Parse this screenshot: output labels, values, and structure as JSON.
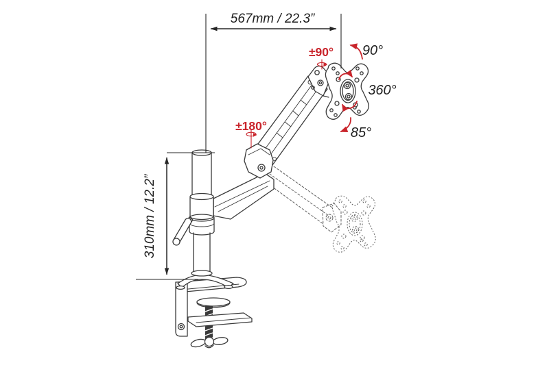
{
  "title": "Monitor arm dimensions diagram",
  "colors": {
    "background": "#ffffff",
    "line": "#3a3a3a",
    "accent_red": "#c9242b"
  },
  "dimensions": {
    "width_label": "567mm / 22.3”",
    "height_label": "310mm / 12.2”"
  },
  "angles": {
    "vesa_swivel": "±90°",
    "tilt_up": "90°",
    "rotation": "360°",
    "tilt_down": "85°",
    "arm_swivel": "±180°"
  }
}
